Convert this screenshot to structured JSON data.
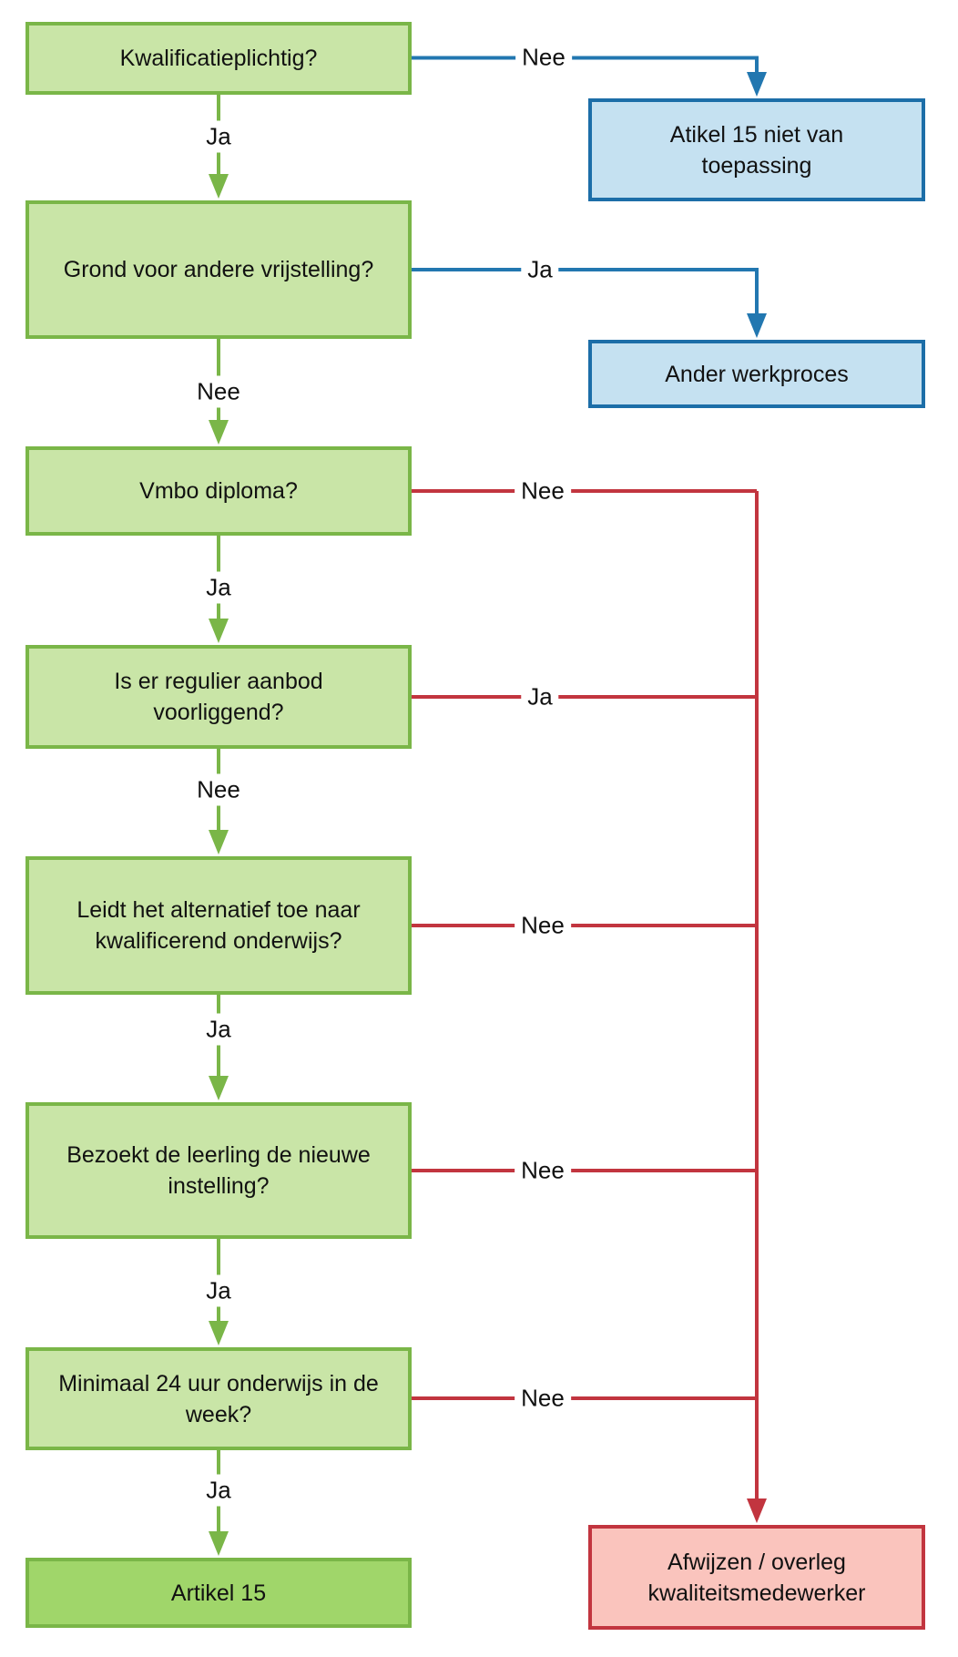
{
  "diagram": {
    "nodes": {
      "q1": {
        "label": "Kwalificatieplichtig?"
      },
      "q2": {
        "label": "Grond voor andere vrijstelling?"
      },
      "q3": {
        "label": "Vmbo diploma?"
      },
      "q4": {
        "label": "Is er regulier aanbod voorliggend?"
      },
      "q5": {
        "label": "Leidt het alternatief toe naar kwalificerend onderwijs?"
      },
      "q6": {
        "label": "Bezoekt de leerling de nieuwe instelling?"
      },
      "q7": {
        "label": "Minimaal 24 uur onderwijs in de week?"
      },
      "artikel15": {
        "label": "Artikel 15"
      },
      "niet_van_toepassing": {
        "label": "Atikel 15 niet van toepassing"
      },
      "ander_werkproces": {
        "label": "Ander werkproces"
      },
      "afwijzen": {
        "label": "Afwijzen / overleg kwaliteitsmedewerker"
      }
    },
    "labels": {
      "q1_ja": "Ja",
      "q1_nee": "Nee",
      "q2_nee": "Nee",
      "q2_ja": "Ja",
      "q3_ja": "Ja",
      "q3_nee": "Nee",
      "q4_nee": "Nee",
      "q4_ja": "Ja",
      "q5_ja": "Ja",
      "q5_nee": "Nee",
      "q6_ja": "Ja",
      "q6_nee": "Nee",
      "q7_ja": "Ja",
      "q7_nee": "Nee"
    },
    "colors": {
      "green_fill": "#c9e5a7",
      "green_dark_fill": "#a0d66a",
      "green_border": "#7ab648",
      "blue_fill": "#c5e1f1",
      "blue_border": "#1c6ea8",
      "blue_line": "#2277b0",
      "red_fill": "#fac4bd",
      "red_border": "#c2353f",
      "red_line": "#c2353f"
    }
  }
}
